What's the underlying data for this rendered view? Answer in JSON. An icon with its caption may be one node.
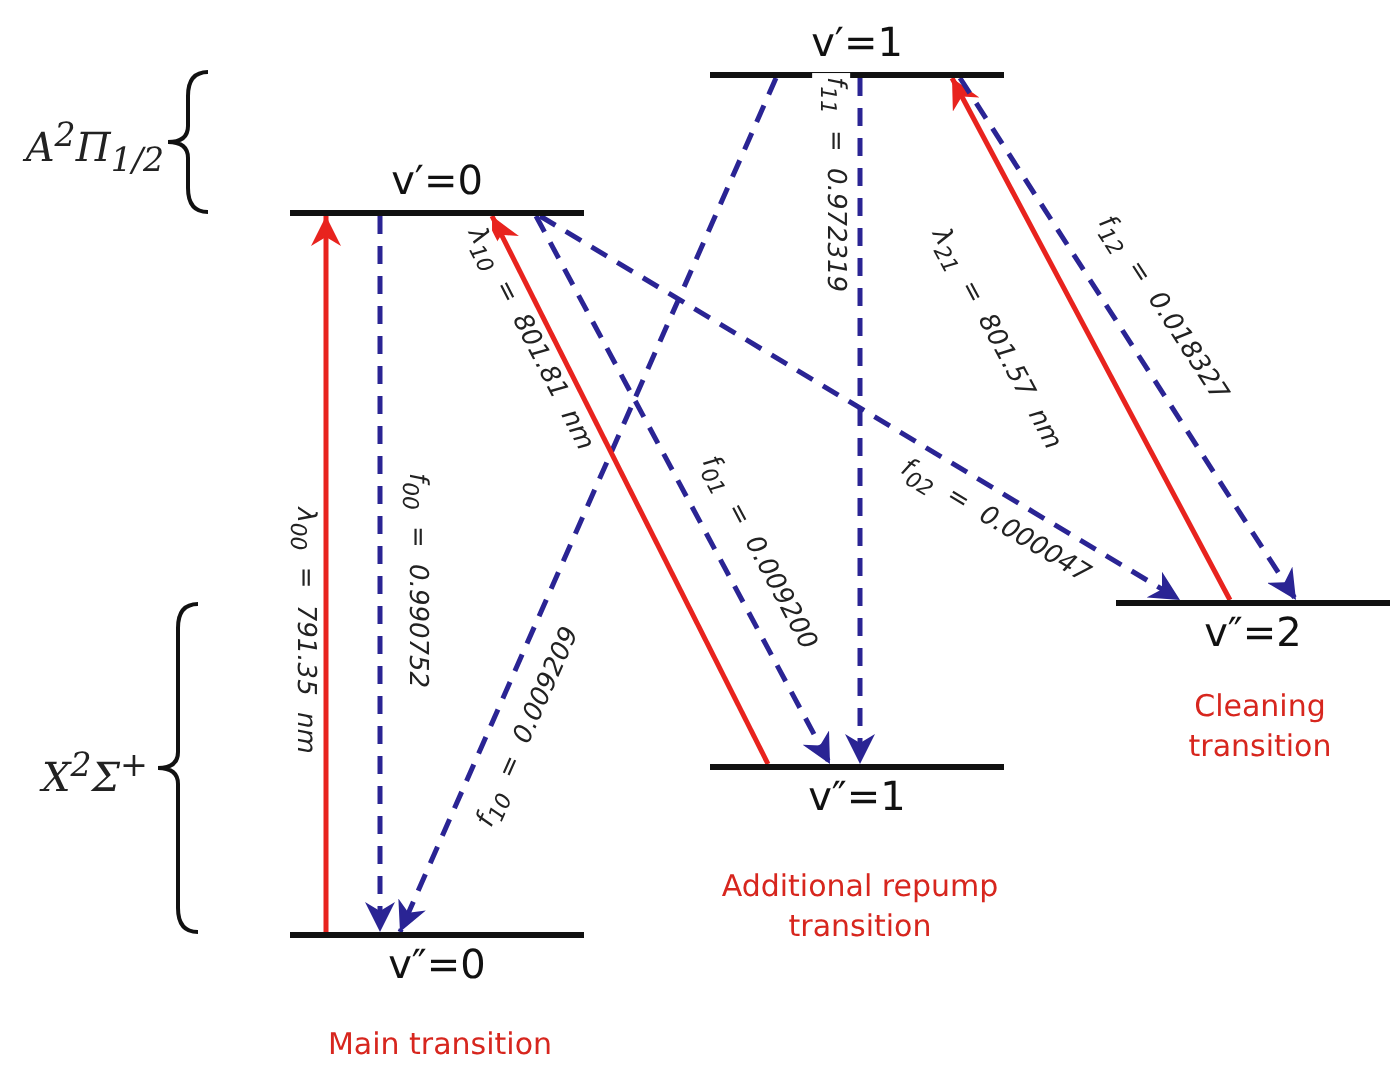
{
  "diagram": {
    "nodes": [
      {
        "text": [
          "v′=1"
        ]
      },
      {
        "text": [
          "v′=0"
        ]
      },
      {
        "text": [
          "v″=2"
        ]
      },
      {
        "text": [
          "v″=1"
        ]
      },
      {
        "text": [
          "v″=0"
        ]
      }
    ],
    "edges": [
      {
        "from": 4,
        "to": 1,
        "arrow": "to",
        "label": "λ$_{00}$ = 791.35 nm",
        "color": "#e8231e"
      },
      {
        "from": 1,
        "to": 4,
        "arrow": "to",
        "label": "f$_{00}$ = 0.990752",
        "style": "dashed"
      },
      {
        "from": 0,
        "to": 4,
        "arrow": "to",
        "label": "f$_{10}$ = 0.009209",
        "style": "dashed"
      },
      {
        "from": 3,
        "to": 1,
        "arrow": "to",
        "label": "λ$_{10}$ = 801.81 nm",
        "color": "#e8231e"
      },
      {
        "from": 1,
        "to": 3,
        "arrow": "to",
        "label": "f$_{01}$ = 0.009200",
        "style": "dashed"
      },
      {
        "from": 0,
        "to": 3,
        "arrow": "to",
        "label": "f$_{11}$ = 0.972319",
        "style": "dashed"
      },
      {
        "from": 1,
        "to": 2,
        "arrow": "to",
        "label": "f$_{02}$ = 0.000047",
        "style": "dashed"
      },
      {
        "from": 2,
        "to": 0,
        "arrow": "to",
        "label": "λ$_{21}$ = 801.57 nm",
        "color": "#e8231e"
      },
      {
        "from": 0,
        "to": 2,
        "arrow": "to",
        "label": "f$_{12}$ = 0.018327",
        "style": "dashed"
      }
    ],
    "labels": [
      "A$^{2}$Π$_{1/2}$",
      "Cleaning transition",
      "X$^{2}$Σ$^{+}$",
      "Additional repump transition",
      "Main transition"
    ]
  }
}
